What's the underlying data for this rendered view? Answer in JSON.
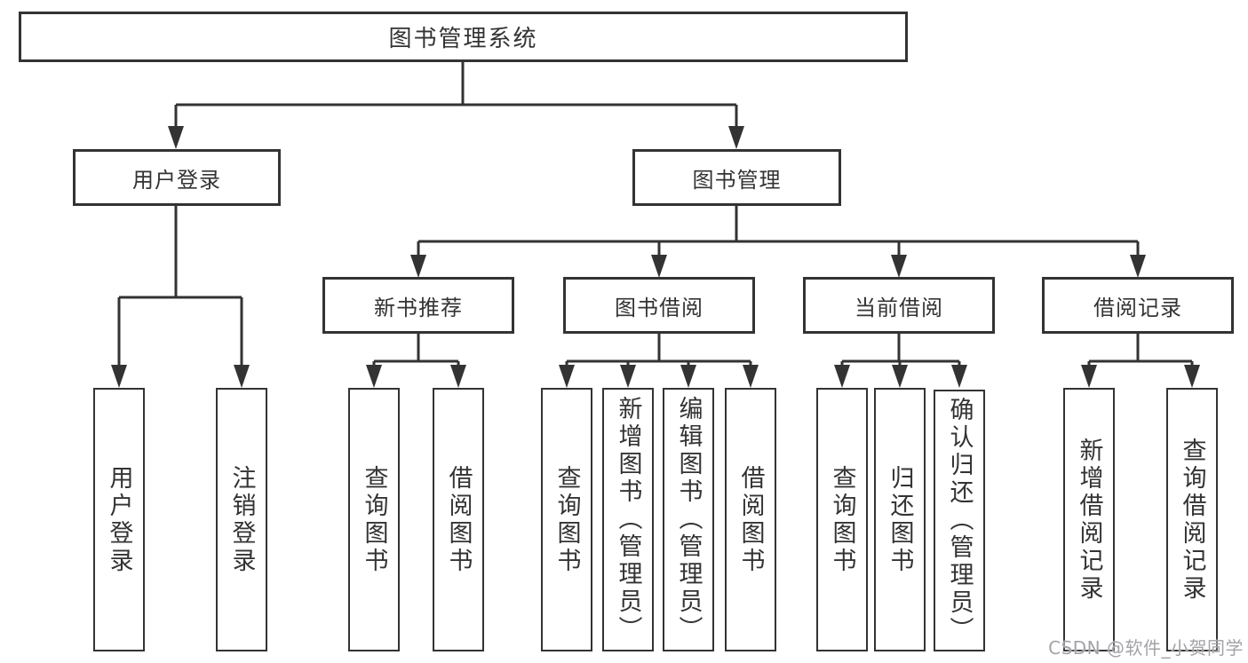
{
  "colors": {
    "line": "#333333",
    "box_border": "#333333",
    "box_fill": "#ffffff",
    "text": "#333333",
    "background": "#ffffff",
    "watermark_text_color": "#a2a3a7"
  },
  "watermark": {
    "text": "CSDN @软件_小贺同学"
  },
  "tree": {
    "root": {
      "label": "图书管理系统",
      "children": [
        {
          "label": "用户登录",
          "children": [
            {
              "label": "用户登录"
            },
            {
              "label": "注销登录"
            }
          ]
        },
        {
          "label": "图书管理",
          "children": [
            {
              "label": "新书推荐",
              "children": [
                {
                  "label": "查询图书"
                },
                {
                  "label": "借阅图书"
                }
              ]
            },
            {
              "label": "图书借阅",
              "children": [
                {
                  "label": "查询图书"
                },
                {
                  "label": "新增图书（管理员）"
                },
                {
                  "label": "编辑图书（管理员）"
                },
                {
                  "label": "借阅图书"
                }
              ]
            },
            {
              "label": "当前借阅",
              "children": [
                {
                  "label": "查询图书"
                },
                {
                  "label": "归还图书"
                },
                {
                  "label": "确认归还（管理员）"
                }
              ]
            },
            {
              "label": "借阅记录",
              "children": [
                {
                  "label": "新增借阅记录"
                },
                {
                  "label": "查询借阅记录"
                }
              ]
            }
          ]
        }
      ]
    }
  }
}
